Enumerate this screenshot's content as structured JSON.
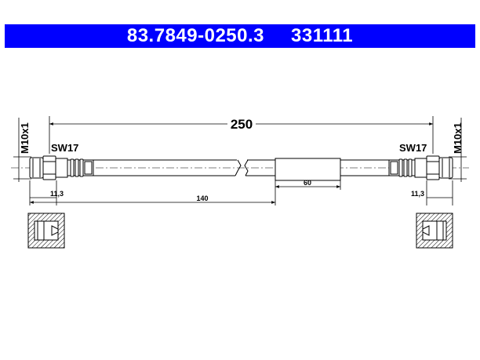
{
  "header": {
    "part_number": "83.7849-0250.3",
    "ref_number": "331111",
    "background": "#0000ff",
    "text_color": "#ffffff"
  },
  "labels": {
    "thread_left": "M10x1",
    "thread_right": "M10x1",
    "wrench_left": "SW17",
    "wrench_right": "SW17",
    "overall_length": "250",
    "sleeve_length": "60",
    "sleeve_position": "140",
    "fitting_left": "11,3",
    "fitting_right": "11,3"
  }
}
